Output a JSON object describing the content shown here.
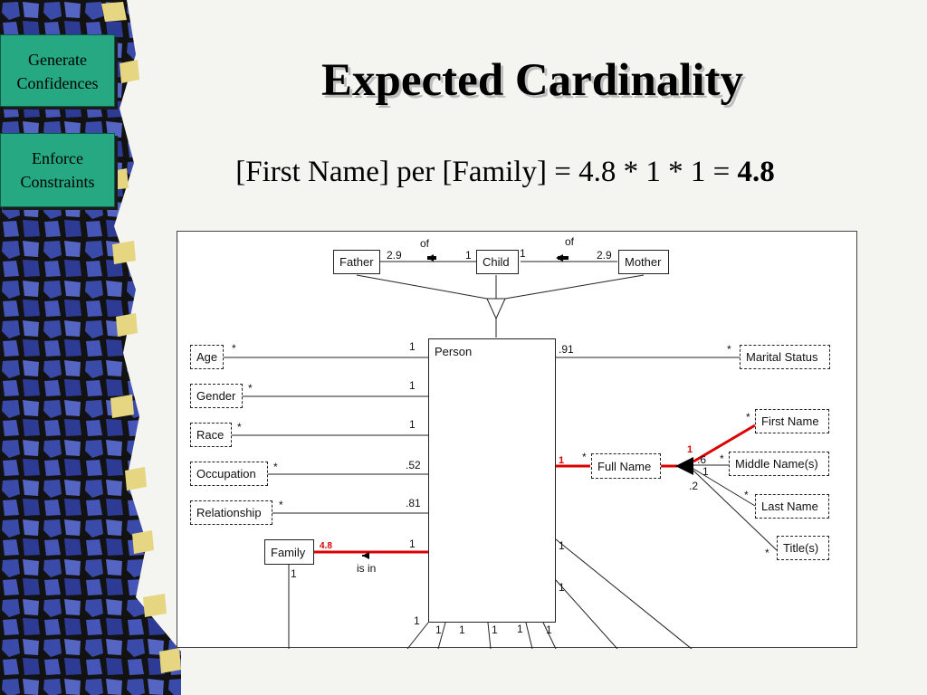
{
  "sidebar": {
    "generate": [
      "Generate",
      "Confidences"
    ],
    "enforce": [
      "Enforce",
      "Constraints"
    ]
  },
  "slide": {
    "title": "Expected Cardinality",
    "formula": "[First Name] per [Family] = 4.8 * 1 * 1 = ",
    "formula_result": "4.8"
  },
  "diagram": {
    "entities": {
      "father": "Father",
      "child": "Child",
      "mother": "Mother",
      "person": "Person",
      "age": "Age",
      "gender": "Gender",
      "race": "Race",
      "occupation": "Occupation",
      "relationship": "Relationship",
      "family": "Family",
      "marital_status": "Marital Status",
      "full_name": "Full Name",
      "first_name": "First Name",
      "middle_names": "Middle Name(s)",
      "last_name": "Last Name",
      "titles": "Title(s)"
    },
    "relations": {
      "father_of": "of",
      "mother_of": "of",
      "family_is_in": "is in"
    },
    "labels": {
      "father_card": "2.9",
      "child_left": "1",
      "child_right": "1",
      "mother_card": "2.9",
      "age_star": "*",
      "age_one": "1",
      "gender_star": "*",
      "gender_one": "1",
      "race_star": "*",
      "race_one": "1",
      "occupation_star": "*",
      "occupation_val": ".52",
      "relationship_star": "*",
      "relationship_val": ".81",
      "family_red": "4.8",
      "family_one_top": "1",
      "family_one_below": "1",
      "marital_val": ".91",
      "marital_star": "*",
      "fullname_red": "1",
      "fullname_star": "*",
      "firstname_red": "1",
      "firstname_star": "*",
      "middle_val": ".6",
      "middle_star": "*",
      "middle_one": "1",
      "last_val": ".2",
      "last_star": "*",
      "title_star": "*",
      "person_right_1": "1",
      "person_right_2": "1",
      "person_bottom_left": "1",
      "bottom_1": "1",
      "bottom_2": "1",
      "bottom_3": "1",
      "bottom_4": "1",
      "bottom_5": "1"
    },
    "colors": {
      "highlight": "#dd0000",
      "line": "#222222"
    }
  }
}
